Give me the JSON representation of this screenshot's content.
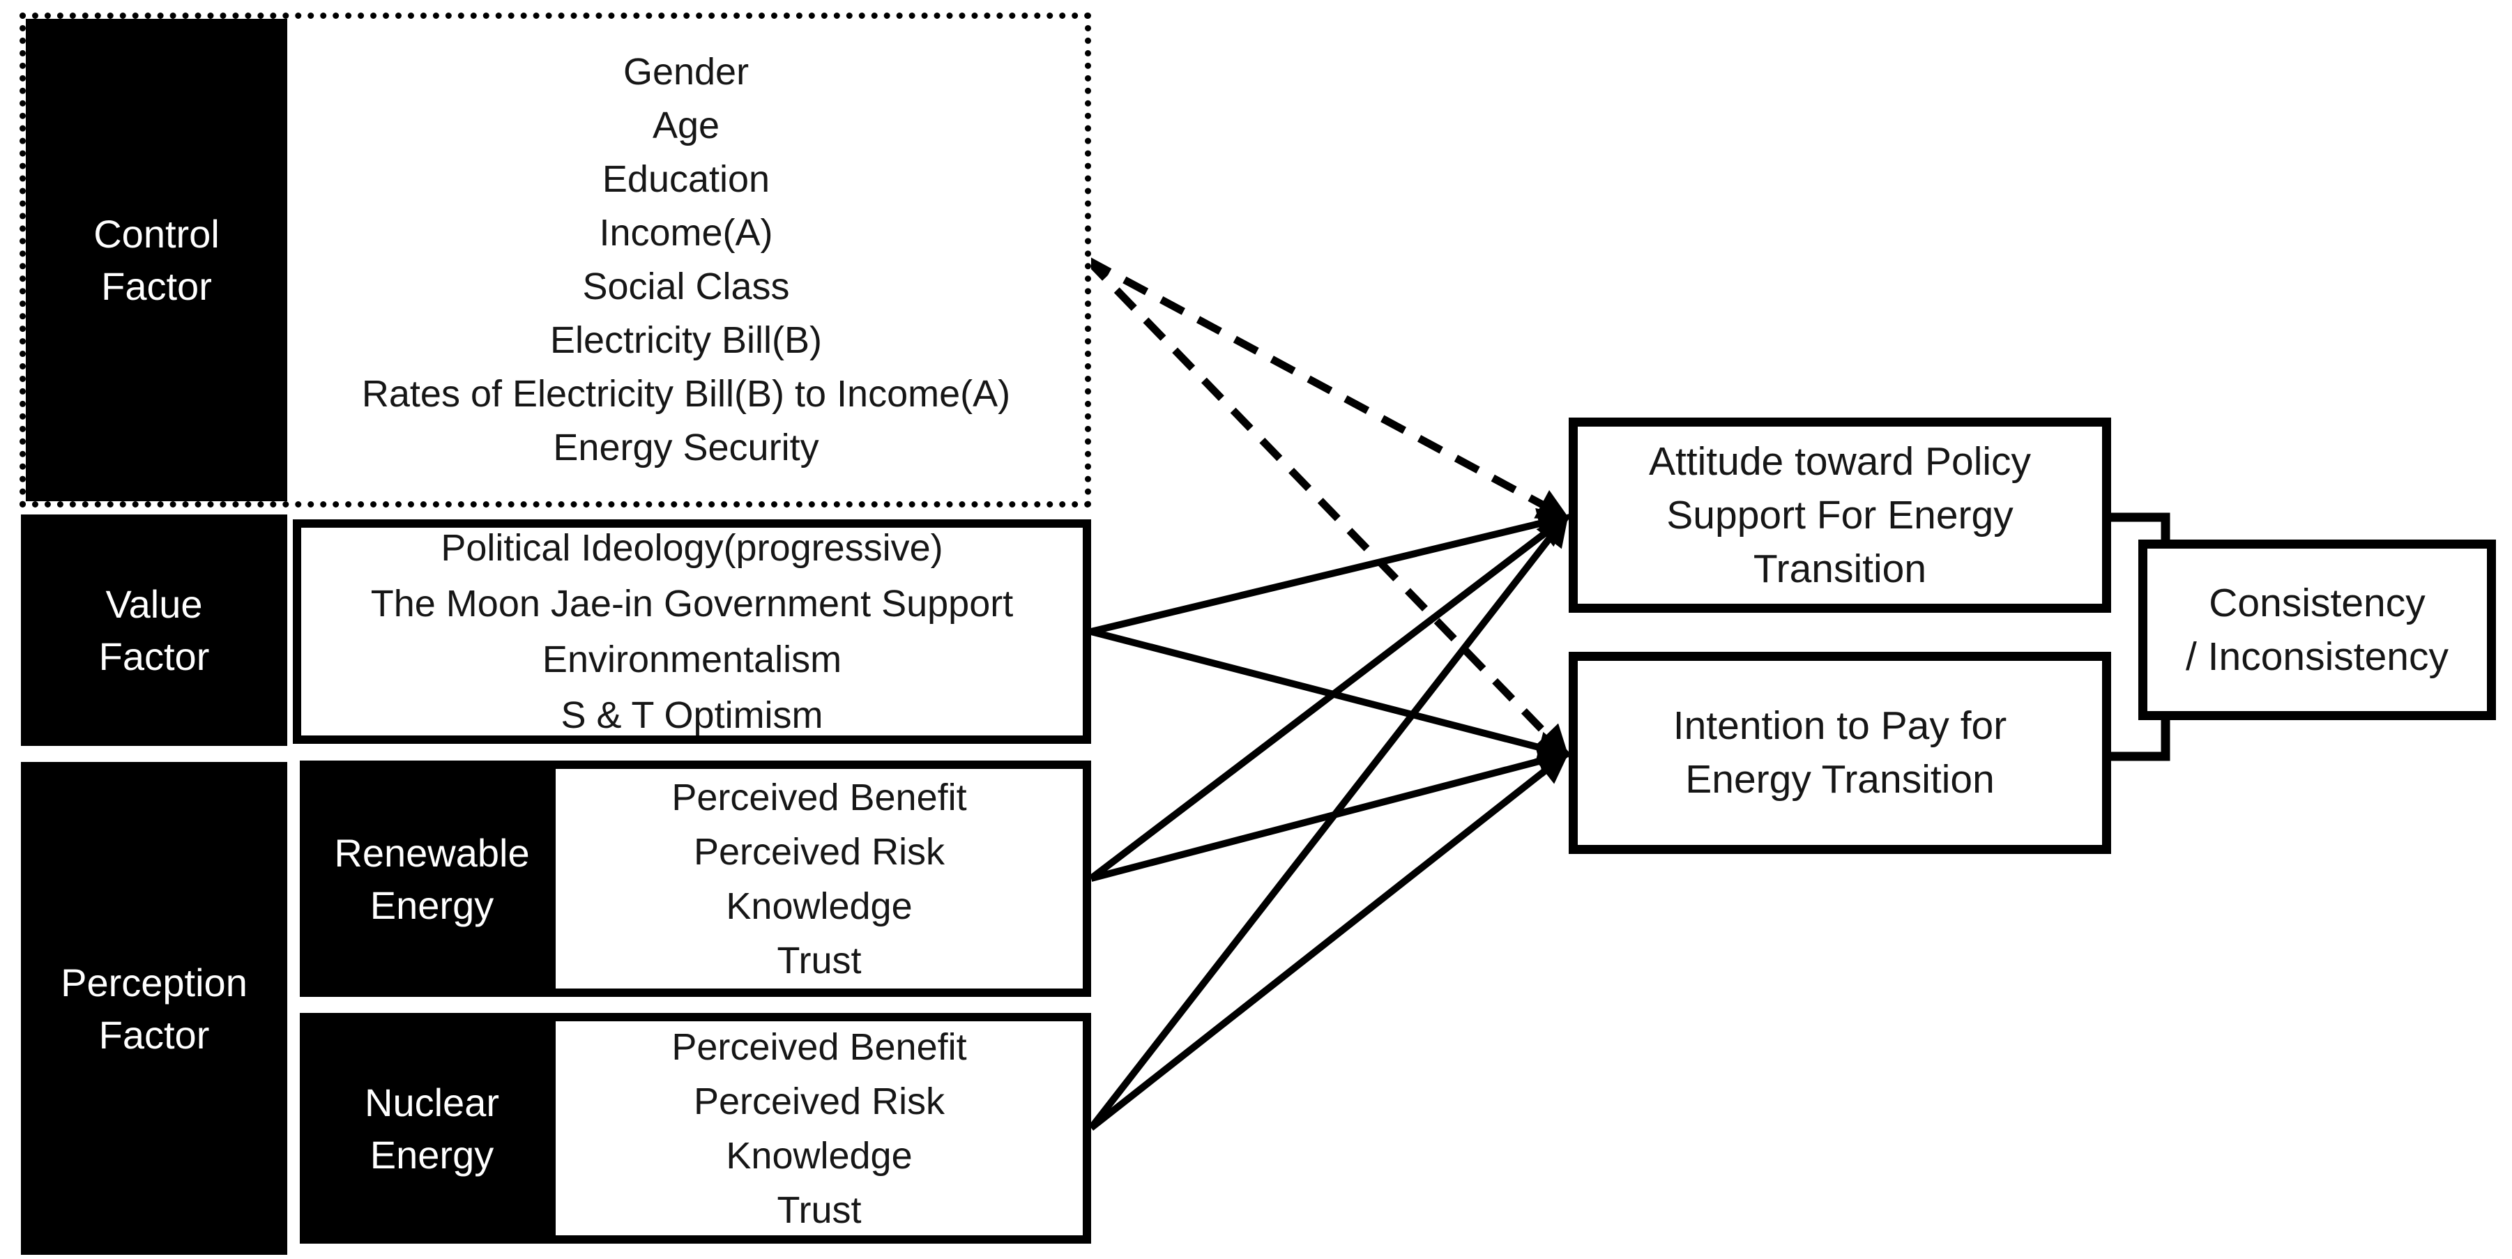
{
  "diagram": {
    "colors": {
      "ink": "#000000",
      "paper": "#ffffff"
    },
    "factors": [
      {
        "id": "control",
        "label_lines": [
          "Control",
          "Factor"
        ],
        "border_style": "dotted",
        "items": [
          "Gender",
          "Age",
          "Education",
          "Income(A)",
          "Social Class",
          "Electricity Bill(B)",
          "Rates of Electricity Bill(B) to Income(A)",
          "Energy Security"
        ]
      },
      {
        "id": "value",
        "label_lines": [
          "Value",
          "Factor"
        ],
        "border_style": "solid",
        "items": [
          "Political Ideology(progressive)",
          "The Moon Jae-in Government Support",
          "Environmentalism",
          "S & T Optimism"
        ]
      },
      {
        "id": "perception",
        "label_lines": [
          "Perception",
          "Factor"
        ],
        "subgroups": [
          {
            "id": "renewable",
            "label_lines": [
              "Renewable",
              "Energy"
            ],
            "items": [
              "Perceived Benefit",
              "Perceived Risk",
              "Knowledge",
              "Trust"
            ]
          },
          {
            "id": "nuclear",
            "label_lines": [
              "Nuclear",
              "Energy"
            ],
            "items": [
              "Perceived Benefit",
              "Perceived Risk",
              "Knowledge",
              "Trust"
            ]
          }
        ]
      }
    ],
    "outcomes": [
      {
        "id": "attitude",
        "lines": [
          "Attitude toward Policy",
          "Support For Energy",
          "Transition"
        ]
      },
      {
        "id": "intention",
        "lines": [
          "Intention to Pay for",
          "Energy Transition"
        ]
      }
    ],
    "result": {
      "id": "consistency",
      "lines": [
        "Consistency",
        "/ Inconsistency"
      ]
    },
    "edges": [
      {
        "from": "control",
        "to": "attitude",
        "style": "dashed"
      },
      {
        "from": "control",
        "to": "intention",
        "style": "dashed"
      },
      {
        "from": "value",
        "to": "attitude",
        "style": "solid"
      },
      {
        "from": "value",
        "to": "intention",
        "style": "solid"
      },
      {
        "from": "renewable",
        "to": "attitude",
        "style": "solid"
      },
      {
        "from": "renewable",
        "to": "intention",
        "style": "solid"
      },
      {
        "from": "nuclear",
        "to": "attitude",
        "style": "solid"
      },
      {
        "from": "nuclear",
        "to": "intention",
        "style": "solid"
      }
    ]
  }
}
